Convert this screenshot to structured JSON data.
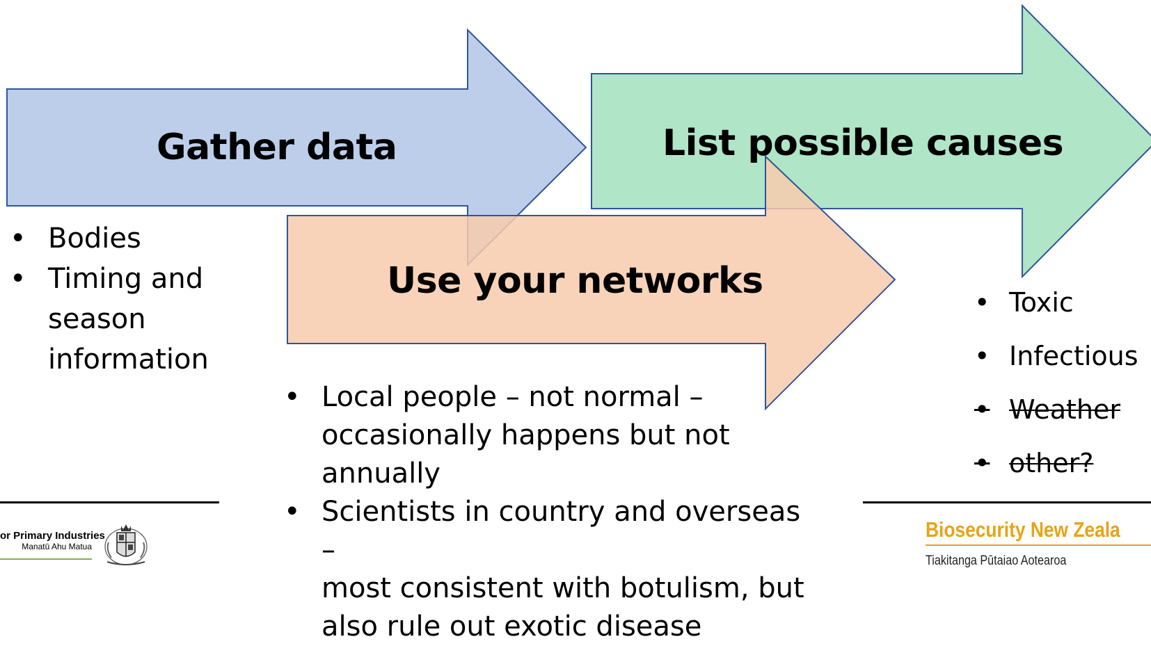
{
  "arrows": {
    "gather": {
      "label": "Gather data",
      "fill": "#b4c7e7"
    },
    "causes": {
      "label": "List possible causes",
      "fill": "#a9dfbf"
    },
    "networks": {
      "label": "Use your networks",
      "fill": "#f8cbad"
    },
    "outline": "#2f5597"
  },
  "gather_list": {
    "items": [
      "Bodies",
      "Timing and",
      "season",
      "information"
    ]
  },
  "networks_list": {
    "items": [
      {
        "line1": "Local people – not normal –",
        "line2": "occasionally happens but not annually"
      },
      {
        "line1": "Scientists in country and overseas –",
        "line2": "most consistent with botulism, but",
        "line3": "also rule out exotic disease"
      }
    ]
  },
  "causes_list": {
    "items": [
      {
        "text": "Toxic",
        "struck": false
      },
      {
        "text": "Infectious",
        "struck": false
      },
      {
        "text": "Weather",
        "struck": true
      },
      {
        "text": "other?",
        "struck": true
      }
    ]
  },
  "footer": {
    "mpi_title": "or Primary Industries",
    "mpi_sub": "Manatū Ahu Matua",
    "bnz_title": "Biosecurity New Zeala",
    "bnz_sub": "Tiakitanga Pūtaiao Aotearoa",
    "mpi_color": "#7cb342",
    "bnz_color": "#e8a317"
  }
}
